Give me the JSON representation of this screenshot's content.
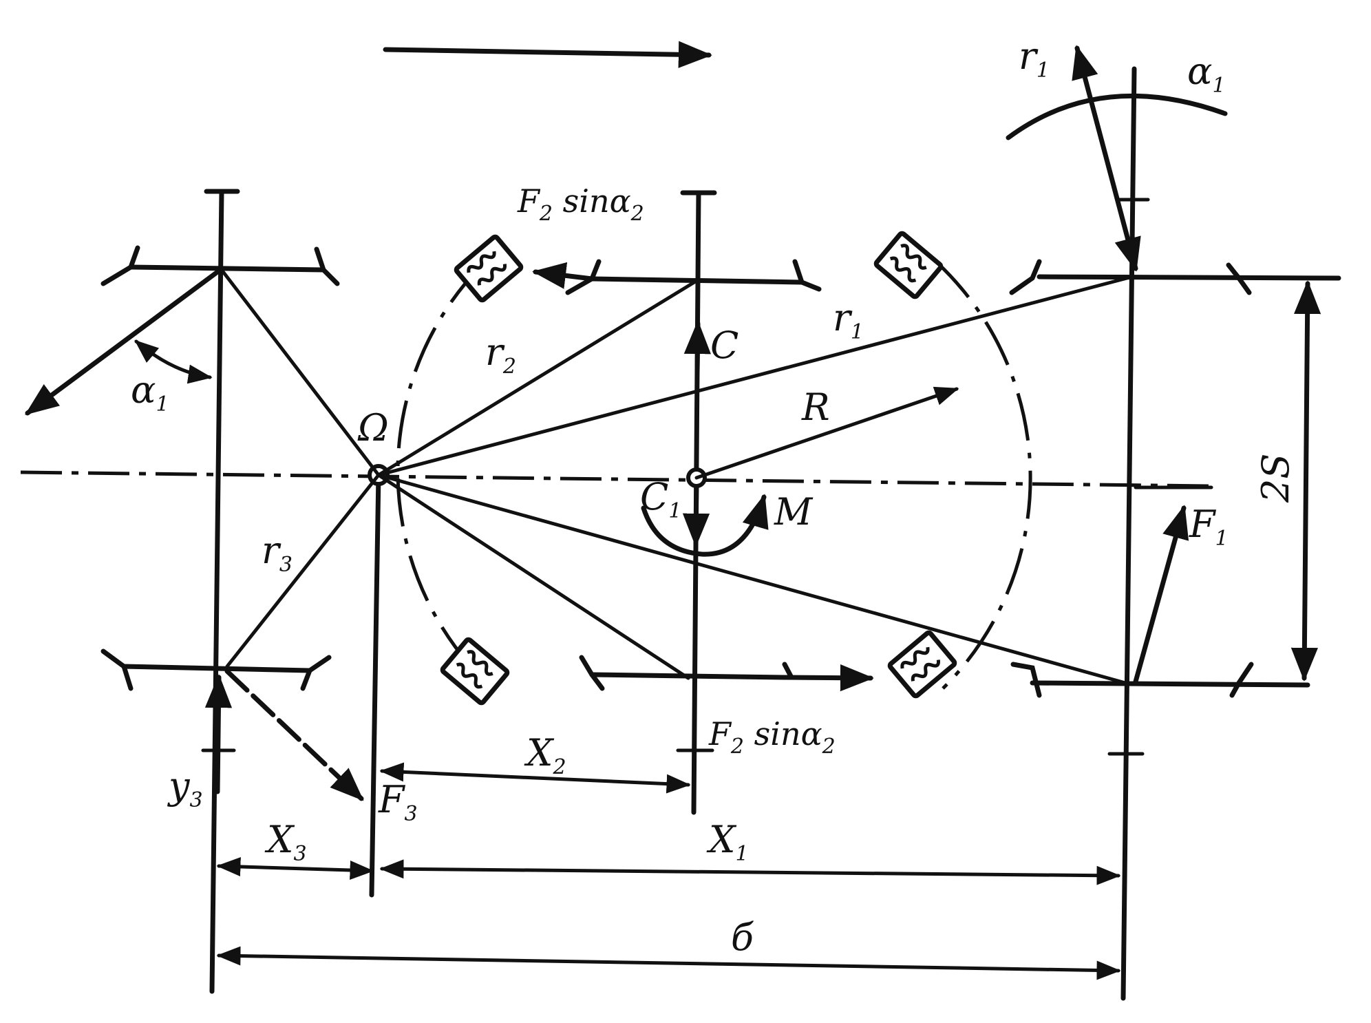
{
  "labels": {
    "omega": "Ω",
    "r1_top": "r",
    "r1_top_sub": "1",
    "alpha1_top": "α",
    "alpha1_top_sub": "1",
    "f2_sin_top": "F",
    "f2_sin_top_sub": "2",
    "f2_sin_top_rest": " sinα",
    "f2_sin_top_rest_sub": "2",
    "alpha1_left": "α",
    "alpha1_left_sub": "1",
    "r2": "r",
    "r2_sub": "2",
    "c": "C",
    "r1_mid": "r",
    "r1_mid_sub": "1",
    "r_big": "R",
    "c1": "C",
    "c1_sub": "1",
    "m": "M",
    "r3": "r",
    "r3_sub": "3",
    "f1": "F",
    "f1_sub": "1",
    "two_s": "2S",
    "x2": "X",
    "x2_sub": "2",
    "f2_sin_bottom": "F",
    "f2_sin_bottom_sub": "2",
    "f2_sin_bottom_rest": " sinα",
    "f2_sin_bottom_rest_sub": "2",
    "y3": "y",
    "y3_sub": "3",
    "f3": "F",
    "f3_sub": "3",
    "x3": "X",
    "x3_sub": "3",
    "x1": "X",
    "x1_sub": "1",
    "b": "б"
  },
  "colors": {
    "ink": "#111111",
    "paper": "#ffffff"
  }
}
